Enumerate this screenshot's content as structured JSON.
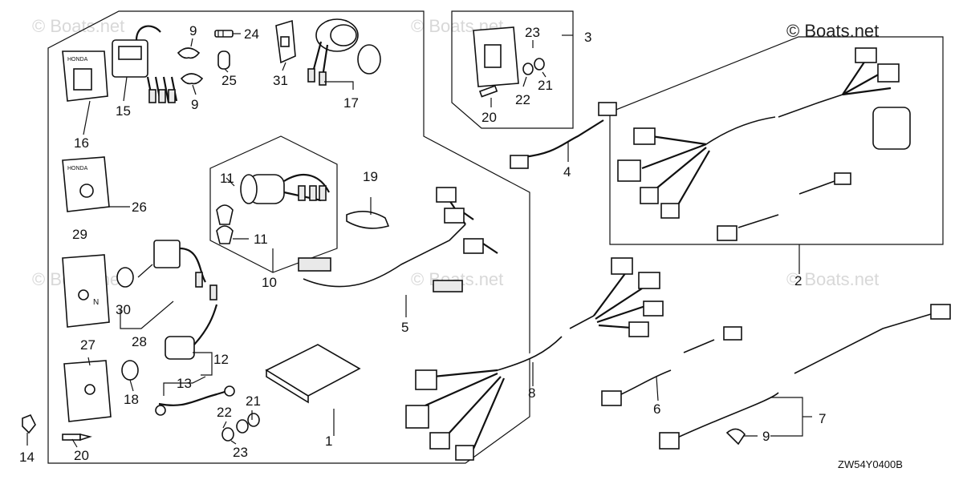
{
  "watermark": {
    "brand": "© Boats.net",
    "faint": "© Boats.net"
  },
  "diagram_code": "ZW54Y0400B",
  "callouts": {
    "c1": "1",
    "c2": "2",
    "c3": "3",
    "c4": "4",
    "c5": "5",
    "c6": "6",
    "c7": "7",
    "c8": "8",
    "c9a": "9",
    "c9b": "9",
    "c9c": "9",
    "c10": "10",
    "c11a": "11",
    "c11b": "11",
    "c12": "12",
    "c13": "13",
    "c14": "14",
    "c15": "15",
    "c16": "16",
    "c17": "17",
    "c18": "18",
    "c19": "19",
    "c20a": "20",
    "c20b": "20",
    "c21a": "21",
    "c21b": "21",
    "c22a": "22",
    "c22b": "22",
    "c23a": "23",
    "c23b": "23",
    "c24": "24",
    "c25": "25",
    "c26": "26",
    "c27": "27",
    "c28": "28",
    "c29": "29",
    "c30": "30",
    "c31": "31"
  },
  "plate_marks": {
    "n": "N"
  }
}
